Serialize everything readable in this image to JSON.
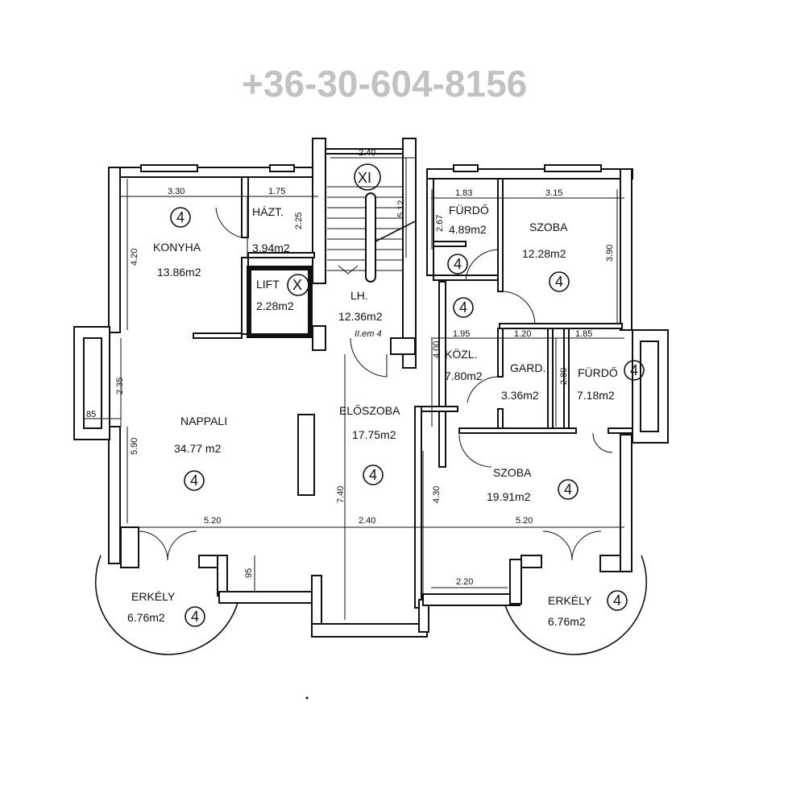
{
  "rooms": {
    "konyha": {
      "name": "KONYHA",
      "area": "13.86m2"
    },
    "haztartasi": {
      "name": "HÁZT.",
      "area": "3.94m2"
    },
    "lift": {
      "name": "LIFT",
      "area": "2.28m2"
    },
    "lepcsohaz": {
      "name": "LH.",
      "area": "12.36m2",
      "note": "II.em 4"
    },
    "furdo_small": {
      "name": "FÜRDŐ",
      "area": "4.89m2"
    },
    "szoba_small": {
      "name": "SZOBA",
      "area": "12.28m2"
    },
    "kozlekedo": {
      "name": "KÖZL.",
      "area": "7.80m2"
    },
    "gardrob": {
      "name": "GARD.",
      "area": "3.36m2"
    },
    "furdo_large": {
      "name": "FÜRDŐ",
      "area": "7.18m2"
    },
    "nappali": {
      "name": "NAPPALI",
      "area": "34.77 m2"
    },
    "eloszoba": {
      "name": "ELŐSZOBA",
      "area": "17.75m2"
    },
    "szoba_large": {
      "name": "SZOBA",
      "area": "19.91m2"
    },
    "erkely_left": {
      "name": "ERKÉLY",
      "area": "6.76m2"
    },
    "erkely_right": {
      "name": "ERKÉLY",
      "area": "6.76m2"
    }
  },
  "floor_marker": "4",
  "dimensions": {
    "konyha_w": "3.30",
    "hazt_w": "1.75",
    "hazt_h": "2.25",
    "konyha_h": "4.20",
    "stair_w": "2.40",
    "stair_h": "5.12",
    "furdo_w": "1.83",
    "furdo_h": "2.67",
    "szoba_w": "3.15",
    "szoba_h": "3.90",
    "kozl_w": "1.95",
    "gard_w": "1.20",
    "furdo2_w": "1.85",
    "kozl_h": "4.00",
    "furdo2_h": "2.80",
    "bay_h": "2.35",
    "bay_d": "85",
    "nappali_h": "5.90",
    "eloszoba_h": "7.40",
    "szoba2_h": "4.30",
    "bottom_left": "5.20",
    "bottom_mid": "2.40",
    "bottom_right": "5.20",
    "bottom_step": "2.20",
    "step_d": "95"
  },
  "symbols": {
    "lift": "X",
    "stair": "XI"
  },
  "watermark": "+36-30-604-8156"
}
